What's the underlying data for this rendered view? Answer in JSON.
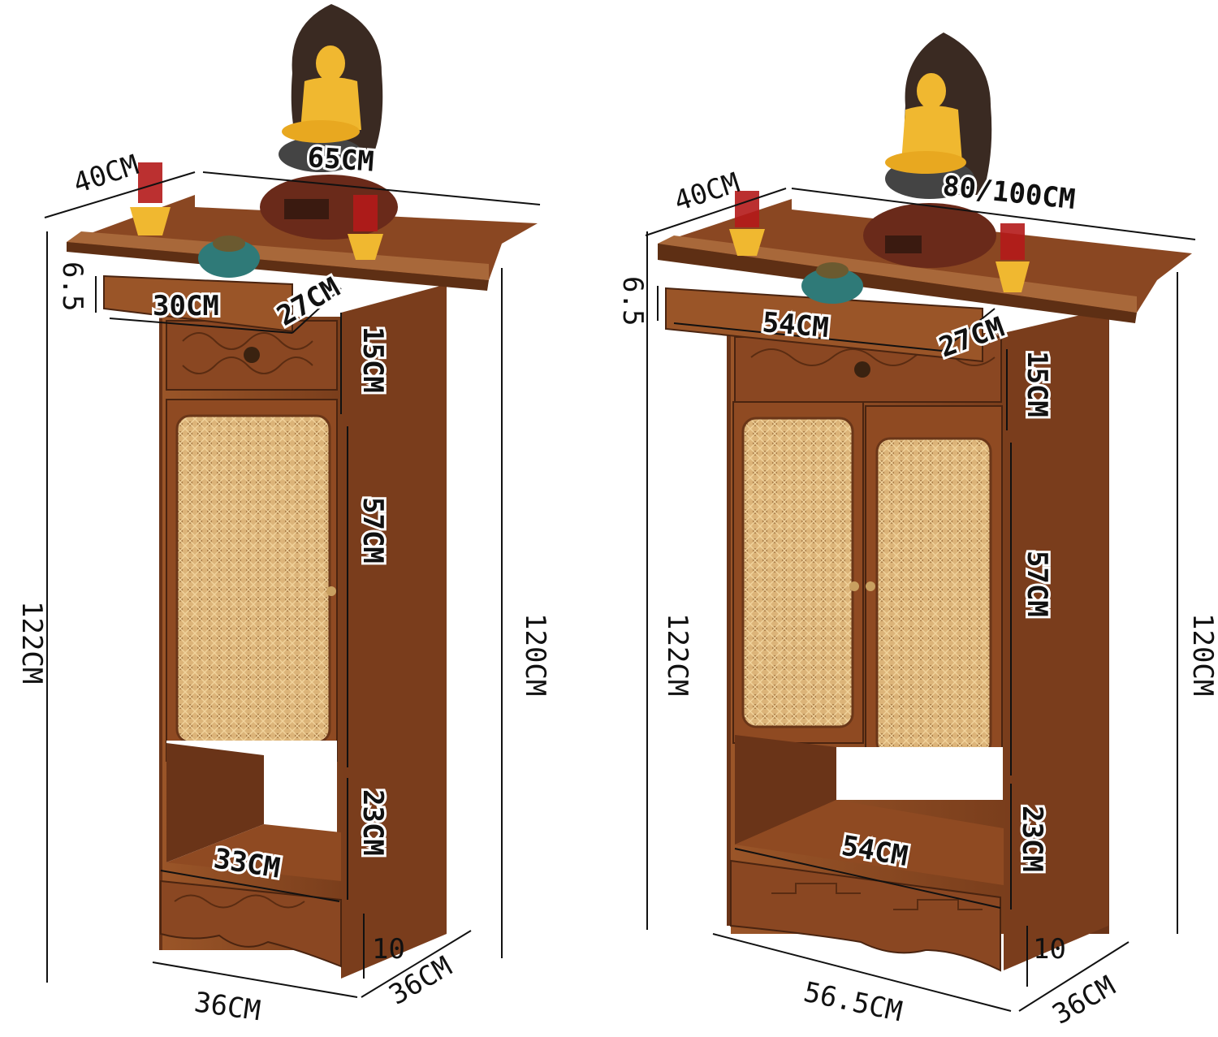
{
  "colors": {
    "wood": "#8a4a22",
    "wood_dark": "#5e2f14",
    "wood_light": "#a86a3c",
    "rattan": "#d9b27a",
    "buddha_gold": "#f0b830",
    "halo": "#3a2a22"
  },
  "left": {
    "depth_top": "40CM",
    "width_top": "65CM",
    "height_total": "122CM",
    "height_body": "120CM",
    "drawer_tray_h": "6.5",
    "tray_w": "30CM",
    "tray_d": "27CM",
    "drawer_h": "15CM",
    "door_h": "57CM",
    "open_h": "23CM",
    "shelf_w": "33CM",
    "base_h": "10",
    "base_w": "36CM",
    "base_d": "36CM"
  },
  "right": {
    "depth_top": "40CM",
    "width_top": "80/100CM",
    "height_total": "122CM",
    "height_body": "120CM",
    "drawer_tray_h": "6.5",
    "tray_w": "54CM",
    "tray_d": "27CM",
    "drawer_h": "15CM",
    "door_h": "57CM",
    "open_h": "23CM",
    "shelf_w": "54CM",
    "base_h": "10",
    "base_w": "56.5CM",
    "base_d": "36CM"
  }
}
